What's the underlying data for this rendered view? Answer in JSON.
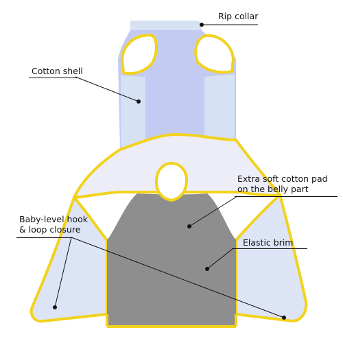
{
  "image": {
    "background": "#ffffff"
  },
  "garment": {
    "colors": {
      "shell": "#c4cbf2",
      "shell_side": "#d7e1f4",
      "belly_pad": "#ecedf7",
      "grey_panel": "#8e8e8e",
      "trim": "#f2d21c",
      "leg_flap": "#dde4f6",
      "hole": "#ffffff"
    }
  },
  "callouts": {
    "rip_collar": {
      "text": "Rip collar"
    },
    "cotton_shell": {
      "text": "Cotton shell"
    },
    "belly_pad": {
      "line1": "Extra soft cotton pad",
      "line2": "on the belly part"
    },
    "closure": {
      "line1": "Baby-level hook",
      "line2": "& loop closure"
    },
    "elastic_brim": {
      "text": "Elastic brim"
    }
  },
  "line_color": "#111111"
}
